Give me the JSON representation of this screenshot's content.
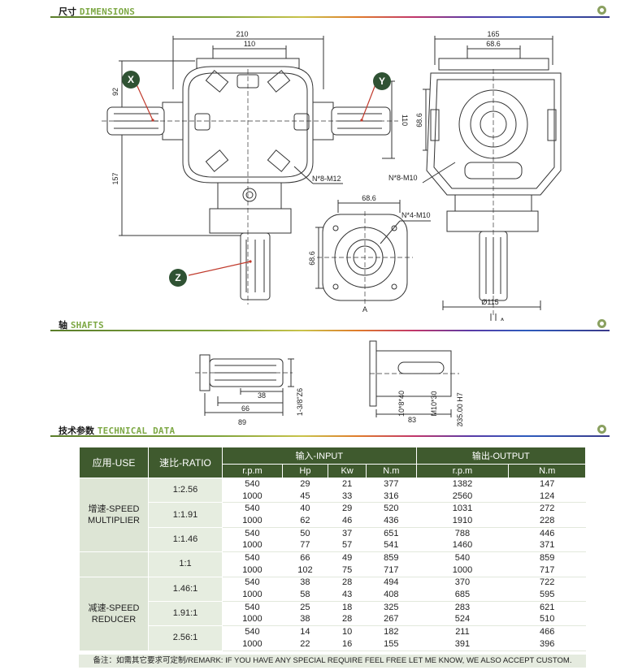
{
  "sections": {
    "dimensions": {
      "cn": "尺寸",
      "en": "DIMENSIONS"
    },
    "shafts": {
      "cn": "轴",
      "en": "SHAFTS"
    },
    "technical": {
      "cn": "技术参数",
      "en": "TECHNICAL DATA"
    }
  },
  "drawing_labels": {
    "d210": "210",
    "d110a": "110",
    "d92": "92",
    "d157": "157",
    "d110b": "110",
    "bolt_front": "N*8-M12",
    "d165": "165",
    "d686a": "68.6",
    "d686b": "68.6",
    "bolt_side": "N*8-M10",
    "d686c": "68.6",
    "d686d": "68.6",
    "bolt_flange": "N*4-M10",
    "view_a": "A",
    "d115": "Ø115",
    "arrow_a": "A",
    "x": "X",
    "y": "Y",
    "z": "Z"
  },
  "shaft_labels": {
    "d38": "38",
    "d66": "66",
    "d89": "89",
    "d138": "1-3/8\"Z6",
    "d10": "10*8*40",
    "m10": "M10*30",
    "d35": "Ø35.00 H7",
    "d83": "83"
  },
  "table": {
    "use_header": "应用-USE",
    "ratio_header": "速比-RATIO",
    "input_header": "输入-INPUT",
    "output_header": "输出-OUTPUT",
    "sub": [
      "r.p.m",
      "Hp",
      "Kw",
      "N.m",
      "r.p.m",
      "N.m"
    ],
    "groups": [
      {
        "use": "增速-SPEED MULTIPLIER",
        "ratios": [
          {
            "ratio": "1:2.56",
            "rows": [
              [
                "540",
                "29",
                "21",
                "377",
                "1382",
                "147"
              ],
              [
                "1000",
                "45",
                "33",
                "316",
                "2560",
                "124"
              ]
            ]
          },
          {
            "ratio": "1:1.91",
            "rows": [
              [
                "540",
                "40",
                "29",
                "520",
                "1031",
                "272"
              ],
              [
                "1000",
                "62",
                "46",
                "436",
                "1910",
                "228"
              ]
            ]
          },
          {
            "ratio": "1:1.46",
            "rows": [
              [
                "540",
                "50",
                "37",
                "651",
                "788",
                "446"
              ],
              [
                "1000",
                "77",
                "57",
                "541",
                "1460",
                "371"
              ]
            ]
          }
        ]
      },
      {
        "use": "",
        "ratios": [
          {
            "ratio": "1:1",
            "rows": [
              [
                "540",
                "66",
                "49",
                "859",
                "540",
                "859"
              ],
              [
                "1000",
                "102",
                "75",
                "717",
                "1000",
                "717"
              ]
            ]
          }
        ]
      },
      {
        "use": "减速-SPEED REDUCER",
        "ratios": [
          {
            "ratio": "1.46:1",
            "rows": [
              [
                "540",
                "38",
                "28",
                "494",
                "370",
                "722"
              ],
              [
                "1000",
                "58",
                "43",
                "408",
                "685",
                "595"
              ]
            ]
          },
          {
            "ratio": "1.91:1",
            "rows": [
              [
                "540",
                "25",
                "18",
                "325",
                "283",
                "621"
              ],
              [
                "1000",
                "38",
                "28",
                "267",
                "524",
                "510"
              ]
            ]
          },
          {
            "ratio": "2.56:1",
            "rows": [
              [
                "540",
                "14",
                "10",
                "182",
                "211",
                "466"
              ],
              [
                "1000",
                "22",
                "16",
                "155",
                "391",
                "396"
              ]
            ]
          }
        ]
      }
    ],
    "remark": "备注：如需其它要求可定制/REMARK: IF YOU HAVE ANY SPECIAL REQUIRE FEEL FREE LET ME KNOW, WE ALSO ACCEPT CUSTOM."
  },
  "colors": {
    "header_bg": "#3f5a2e",
    "accent": "#7da844",
    "marker": "#2f5233"
  }
}
